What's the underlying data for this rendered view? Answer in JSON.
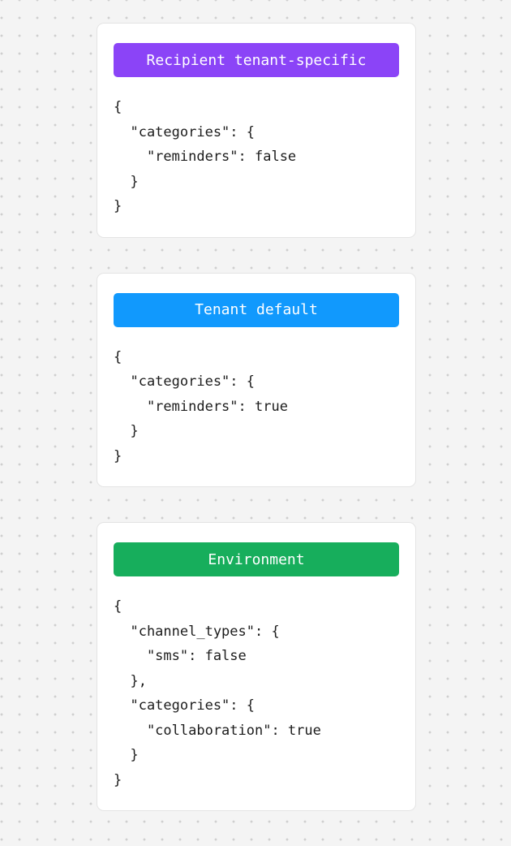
{
  "background": {
    "color": "#f4f4f4",
    "dot_color": "#cfcfcf",
    "pattern": "dot-grid"
  },
  "cards": [
    {
      "header_label": "Recipient tenant-specific",
      "accent_color": "#8b44f7",
      "accent_name": "purple",
      "code": "{\n  \"categories\": {\n    \"reminders\": false\n  }\n}",
      "payload": {
        "categories": {
          "reminders": false
        }
      }
    },
    {
      "header_label": "Tenant default",
      "accent_color": "#1199fd",
      "accent_name": "blue",
      "code": "{\n  \"categories\": {\n    \"reminders\": true\n  }\n}",
      "payload": {
        "categories": {
          "reminders": true
        }
      }
    },
    {
      "header_label": "Environment",
      "accent_color": "#17ae5c",
      "accent_name": "green",
      "code": "{\n  \"channel_types\": {\n    \"sms\": false\n  },\n  \"categories\": {\n    \"collaboration\": true\n  }\n}",
      "payload": {
        "channel_types": {
          "sms": false
        },
        "categories": {
          "collaboration": true
        }
      }
    }
  ]
}
